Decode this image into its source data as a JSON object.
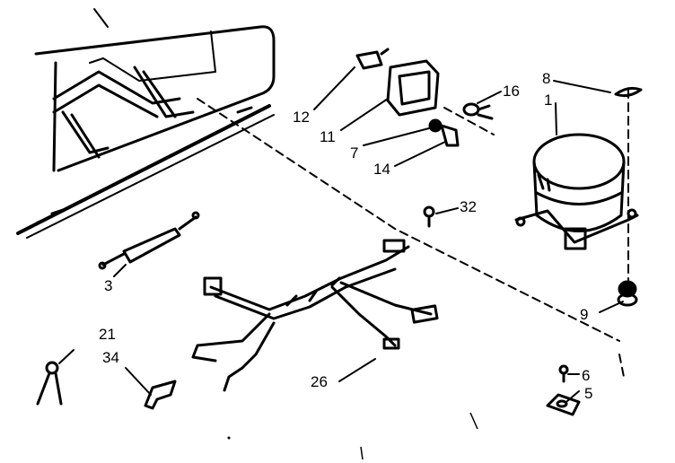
{
  "diagram": {
    "parts": [
      {
        "id": "compressor",
        "label": "1"
      },
      {
        "id": "drier",
        "label": "3"
      },
      {
        "id": "mounting-clip",
        "label": "5"
      },
      {
        "id": "screw-6",
        "label": "6"
      },
      {
        "id": "clip-7",
        "label": "7"
      },
      {
        "id": "clip-8",
        "label": "8"
      },
      {
        "id": "grommet",
        "label": "9"
      },
      {
        "id": "relay-cover",
        "label": "11"
      },
      {
        "id": "retainer-12",
        "label": "12"
      },
      {
        "id": "relay",
        "label": "14"
      },
      {
        "id": "overload",
        "label": "16"
      },
      {
        "id": "tie-21",
        "label": "21"
      },
      {
        "id": "wiring-harness",
        "label": "26"
      },
      {
        "id": "screw-32",
        "label": "32"
      },
      {
        "id": "bracket-34",
        "label": "34"
      }
    ]
  }
}
